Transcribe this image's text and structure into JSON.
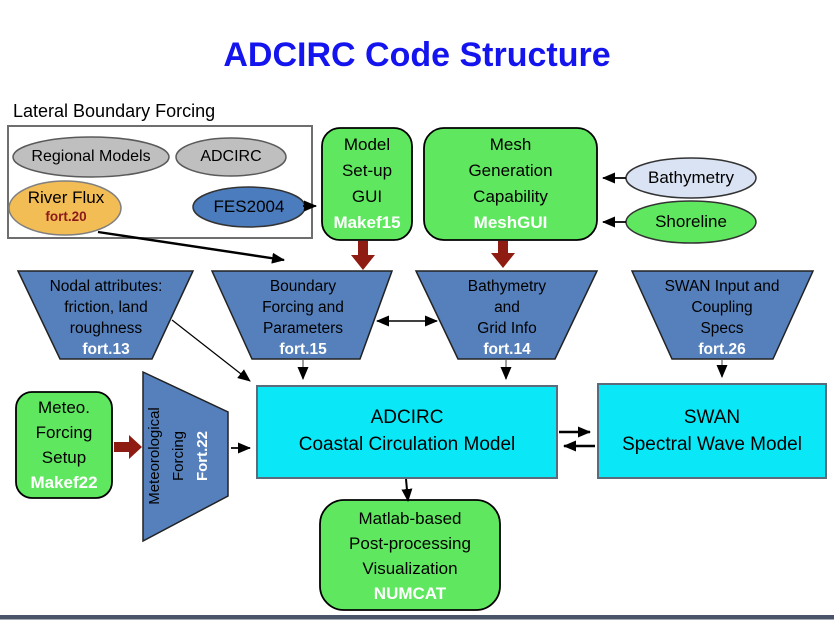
{
  "title": {
    "text": "ADCIRC Code Structure"
  },
  "colors": {
    "title_blue": "#1414EE",
    "green": "#5FE85F",
    "cyan": "#0AE8F8",
    "trapezoid_blue": "#5580BC",
    "fes_blue": "#4B7CBD",
    "gray_ellipse": "#BFBFBF",
    "orange": "#F2BD55",
    "light_blue": "#DAE3F3",
    "dark_red_arrow": "#8E1C12",
    "fort20_red": "#8B1A1A",
    "footer_bar": "#4A5468"
  },
  "lateral_boundary_group": {
    "label": "Lateral Boundary Forcing",
    "regional_models": "Regional Models",
    "adcirc": "ADCIRC",
    "river_flux": {
      "label": "River Flux",
      "file": "fort.20"
    },
    "fes2004": "FES2004"
  },
  "model_setup": {
    "lines": [
      "Model",
      "Set-up",
      "GUI"
    ],
    "tag": "Makef15"
  },
  "mesh_gen": {
    "lines": [
      "Mesh",
      "Generation",
      "Capability"
    ],
    "tag": "MeshGUI"
  },
  "bathymetry_ellipse": "Bathymetry",
  "shoreline_ellipse": "Shoreline",
  "trapezoids": [
    {
      "lines": [
        "Nodal attributes:",
        "friction, land",
        "roughness"
      ],
      "tag": "fort.13"
    },
    {
      "lines": [
        "Boundary",
        "Forcing and",
        "Parameters"
      ],
      "tag": "fort.15"
    },
    {
      "lines": [
        "Bathymetry",
        "and",
        "Grid Info"
      ],
      "tag": "fort.14"
    },
    {
      "lines": [
        "SWAN Input and",
        "Coupling",
        "Specs"
      ],
      "tag": "fort.26"
    }
  ],
  "meteo_setup": {
    "lines": [
      "Meteo.",
      "Forcing",
      "Setup"
    ],
    "tag": "Makef22"
  },
  "met_forcing": {
    "lines": [
      "Meteorological",
      "Forcing"
    ],
    "tag": "Fort.22"
  },
  "adcirc_model": {
    "lines": [
      "ADCIRC",
      "Coastal Circulation Model"
    ]
  },
  "swan_model": {
    "lines": [
      "SWAN",
      "Spectral Wave Model"
    ]
  },
  "post_processing": {
    "lines": [
      "Matlab-based",
      "Post-processing",
      "Visualization"
    ],
    "tag": "NUMCAT"
  }
}
